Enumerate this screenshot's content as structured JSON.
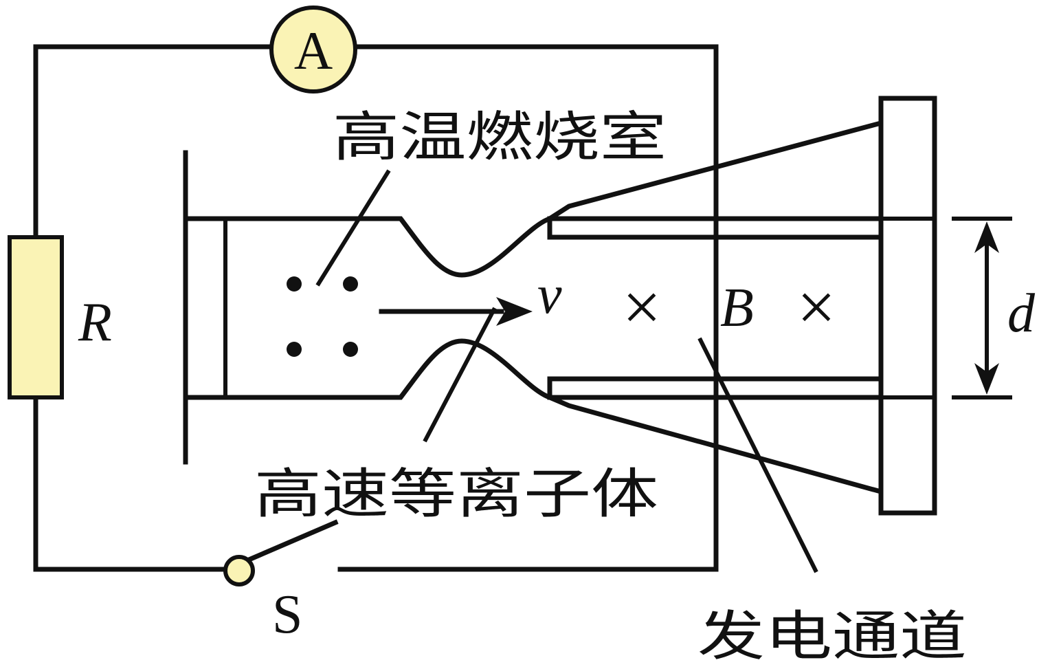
{
  "labels": {
    "ammeter": "A",
    "resistor": "R",
    "switch": "S",
    "combustion_chamber": "高温燃烧室",
    "plasma": "高速等离子体",
    "channel": "发电通道",
    "velocity": "v",
    "field": "B",
    "cross": "×",
    "distance": "d"
  },
  "colors": {
    "component_fill": "#FAF3B5",
    "line": "#111111",
    "background": "#ffffff"
  }
}
